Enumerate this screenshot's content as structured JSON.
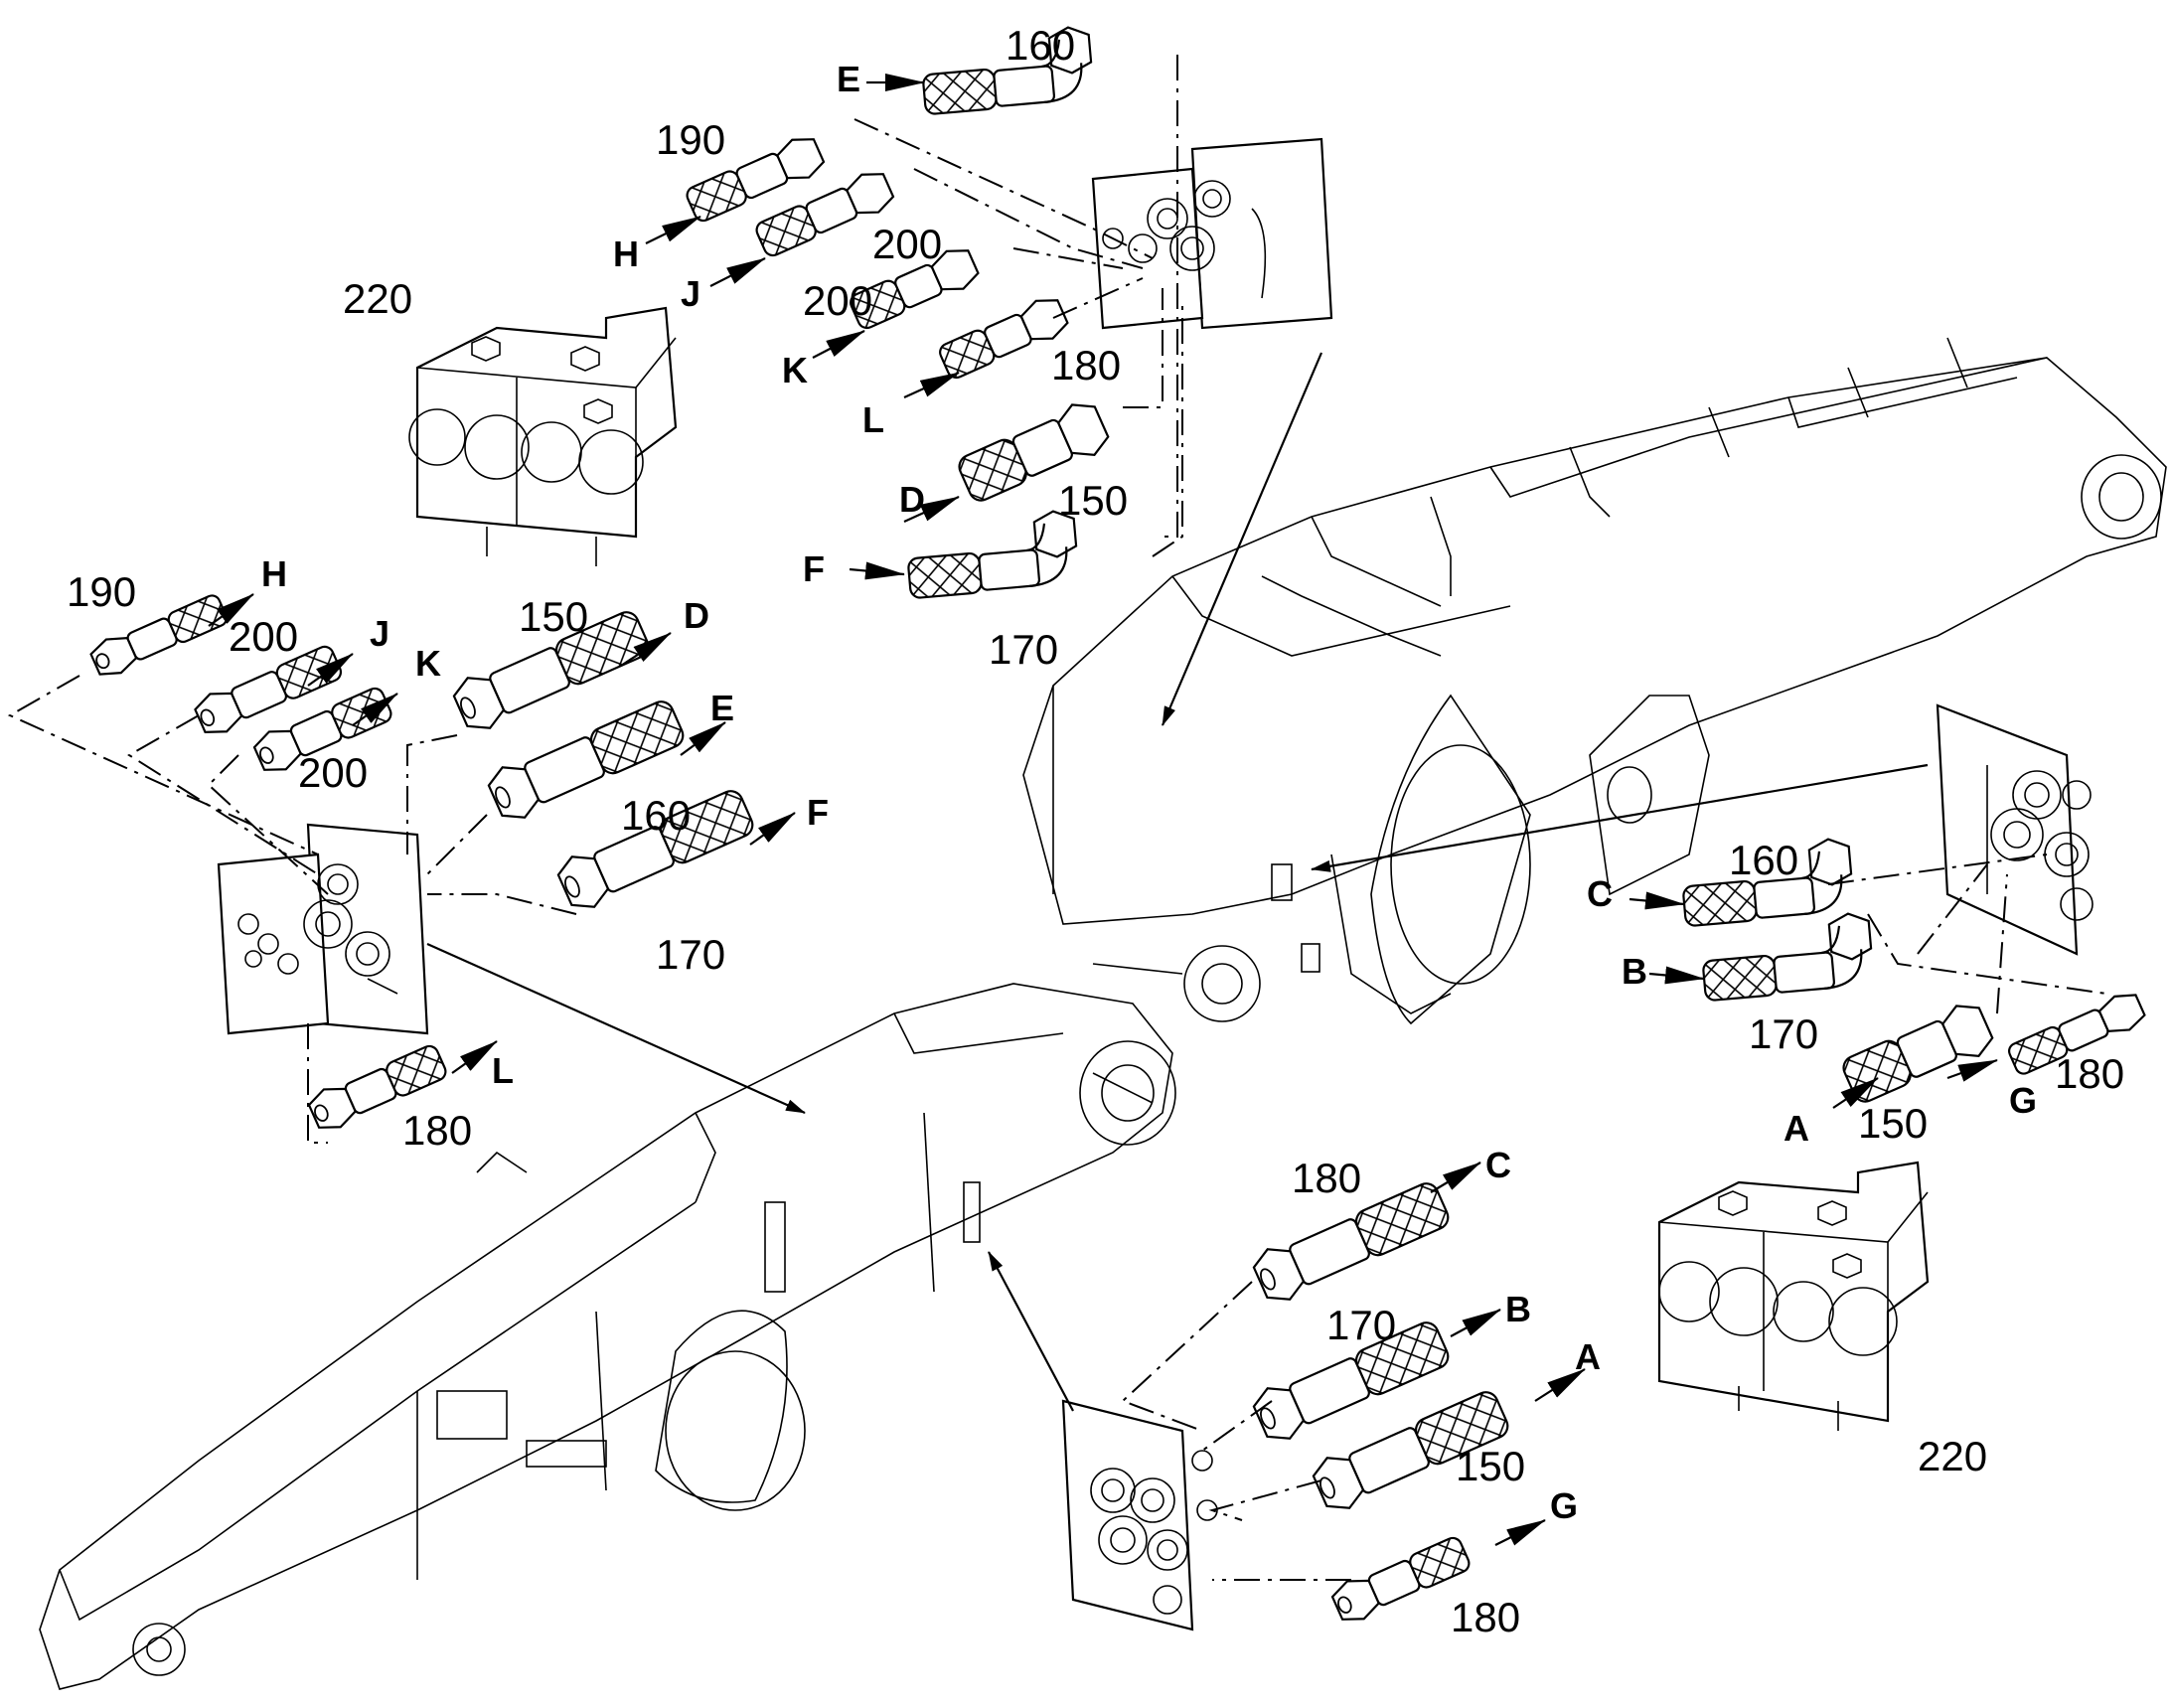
{
  "diagram": {
    "labels": [
      {
        "id": "n160_top",
        "text": "160"
      },
      {
        "id": "n190_top",
        "text": "190"
      },
      {
        "id": "n200_top1",
        "text": "200"
      },
      {
        "id": "n200_top2",
        "text": "200"
      },
      {
        "id": "n180_top",
        "text": "180"
      },
      {
        "id": "n150_top",
        "text": "150"
      },
      {
        "id": "n170_top",
        "text": "170"
      },
      {
        "id": "n220_left",
        "text": "220"
      },
      {
        "id": "n190_left",
        "text": "190"
      },
      {
        "id": "n200_left1",
        "text": "200"
      },
      {
        "id": "n200_left2",
        "text": "200"
      },
      {
        "id": "n150_left",
        "text": "150"
      },
      {
        "id": "n160_left",
        "text": "160"
      },
      {
        "id": "n170_left",
        "text": "170"
      },
      {
        "id": "n180_left",
        "text": "180"
      },
      {
        "id": "n160_right",
        "text": "160"
      },
      {
        "id": "n170_right",
        "text": "170"
      },
      {
        "id": "n150_right",
        "text": "150"
      },
      {
        "id": "n180_right",
        "text": "180"
      },
      {
        "id": "n180_bot1",
        "text": "180"
      },
      {
        "id": "n170_bot",
        "text": "170"
      },
      {
        "id": "n150_bot",
        "text": "150"
      },
      {
        "id": "n180_bot2",
        "text": "180"
      },
      {
        "id": "n220_right",
        "text": "220"
      }
    ],
    "letters": [
      {
        "id": "E_top",
        "text": "E"
      },
      {
        "id": "H_top",
        "text": "H"
      },
      {
        "id": "J_top",
        "text": "J"
      },
      {
        "id": "K_top",
        "text": "K"
      },
      {
        "id": "L_top",
        "text": "L"
      },
      {
        "id": "D_top",
        "text": "D"
      },
      {
        "id": "F_top",
        "text": "F"
      },
      {
        "id": "H_left",
        "text": "H"
      },
      {
        "id": "J_left",
        "text": "J"
      },
      {
        "id": "K_left",
        "text": "K"
      },
      {
        "id": "D_left",
        "text": "D"
      },
      {
        "id": "E_left",
        "text": "E"
      },
      {
        "id": "F_left",
        "text": "F"
      },
      {
        "id": "L_left",
        "text": "L"
      },
      {
        "id": "C_right",
        "text": "C"
      },
      {
        "id": "B_right",
        "text": "B"
      },
      {
        "id": "A_right",
        "text": "A"
      },
      {
        "id": "G_right",
        "text": "G"
      },
      {
        "id": "C_bot",
        "text": "C"
      },
      {
        "id": "B_bot",
        "text": "B"
      },
      {
        "id": "A_bot",
        "text": "A"
      },
      {
        "id": "G_bot",
        "text": "G"
      }
    ]
  }
}
